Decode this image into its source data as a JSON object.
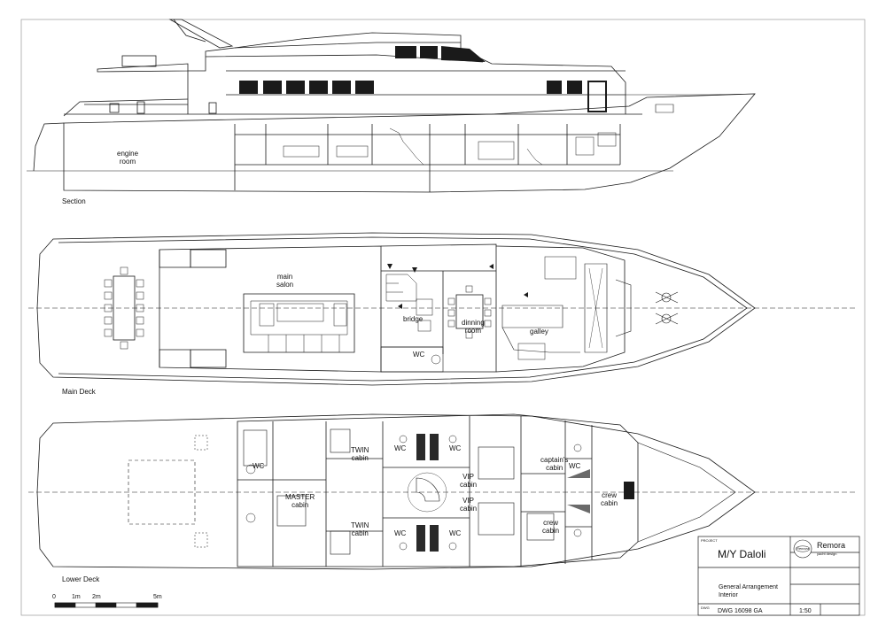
{
  "views": {
    "section": "Section",
    "main_deck": "Main Deck",
    "lower_deck": "Lower Deck"
  },
  "rooms": {
    "section": {
      "engine_room": [
        "engine",
        "room"
      ]
    },
    "main_deck": {
      "main_salon": [
        "main",
        "salon"
      ],
      "bridge": "bridge",
      "dinning_room": [
        "dinning",
        "room"
      ],
      "galley": "galley",
      "wc": "WC"
    },
    "lower_deck": {
      "wc_master": "WC",
      "master_cabin": [
        "MASTER",
        "cabin"
      ],
      "twin_cabin_top": [
        "TWIN",
        "cabin"
      ],
      "twin_cabin_bottom": [
        "TWIN",
        "cabin"
      ],
      "wc_center_top_1": "WC",
      "wc_center_top_2": "WC",
      "wc_center_bottom_1": "WC",
      "wc_center_bottom_2": "WC",
      "vip_cabin_top": [
        "VIP",
        "cabin"
      ],
      "vip_cabin_bottom": [
        "VIP",
        "cabin"
      ],
      "captains_cabin": [
        "captain's",
        "cabin"
      ],
      "wc_captain": "WC",
      "crew_cabin_fwd": [
        "crew",
        "cabin"
      ],
      "crew_cabin_aft": [
        "crew",
        "cabin"
      ]
    }
  },
  "scale_bar": {
    "labels": [
      "0",
      "1m",
      "2m",
      "5m"
    ]
  },
  "title_block": {
    "project_label": "PROJECT",
    "vessel_name": "M/Y Daloli",
    "company": "Remora",
    "company_sub": "yacht design",
    "logo_text": "Remora",
    "drawing_title": [
      "General Arrangement",
      "Interior"
    ],
    "dwg_label": "DWG",
    "dwg_number": "DWG 16098 GA",
    "scale": "1:50"
  },
  "colors": {
    "line": "#1a1a1a",
    "fill_dark": "#2a2a2a",
    "fill_grey": "#6a6a6a",
    "paper": "#ffffff"
  }
}
